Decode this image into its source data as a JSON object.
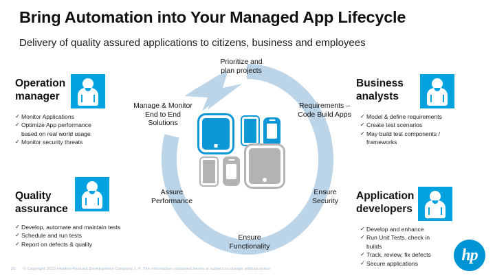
{
  "slide": {
    "title": "Bring Automation into Your Managed App Lifecycle",
    "subtitle": "Delivery of quality assured applications to citizens, business and employees"
  },
  "personas": {
    "operation_manager": {
      "title": "Operation\nmanager",
      "icon": "person-icon",
      "bullets": [
        "Monitor Applications",
        "Optimize App performance\nbased on real world usage",
        "Monitor security threats"
      ]
    },
    "business_analysts": {
      "title": "Business\nanalysts",
      "icon": "person-icon",
      "bullets": [
        "Model & define requirements",
        "Create test scenarios",
        "May build test components /\nframeworks"
      ]
    },
    "quality_assurance": {
      "title": "Quality\nassurance",
      "icon": "person-icon",
      "bullets": [
        "Develop, automate and maintain tests",
        "Schedule and run tests",
        "Report on defects & quality"
      ]
    },
    "application_developers": {
      "title": "Application\ndevelopers",
      "icon": "person-icon",
      "bullets": [
        "Develop and enhance",
        "Run Unit Tests, check in\nbuilds",
        "Track, review, fix defects",
        "Secure applications"
      ]
    }
  },
  "cycle": {
    "arrow_color": "#bcd4e8",
    "labels": {
      "prioritize": "Prioritize and\nplan projects",
      "requirements": "Requirements –\nCode  Build Apps",
      "security": "Ensure\nSecurity",
      "functionality": "Ensure\nFunctionality",
      "assure": "Assure\nPerformance",
      "manage": "Manage & Monitor\nEnd to End\nSolutions"
    },
    "devices": [
      {
        "name": "tablet-blue",
        "color": "#0d97d6"
      },
      {
        "name": "phone-blue",
        "color": "#0d97d6"
      },
      {
        "name": "handheld-blue",
        "color": "#0d97d6"
      },
      {
        "name": "phone-grey",
        "color": "#b3b3b3"
      },
      {
        "name": "handheld-grey",
        "color": "#b3b3b3"
      },
      {
        "name": "tablet-grey",
        "color": "#b3b3b3"
      }
    ]
  },
  "footer": {
    "page_number": "20",
    "copyright": "© Copyright 2013 Hewlett-Packard Development Company, L.P.  The information contained herein is subject to change without notice",
    "logo_text": "hp"
  },
  "colors": {
    "brand_blue": "#00a3e0",
    "device_blue": "#0d97d6",
    "arrow_blue": "#bcd4e8",
    "grey": "#b3b3b3",
    "footer_text": "#9fb6cc"
  }
}
